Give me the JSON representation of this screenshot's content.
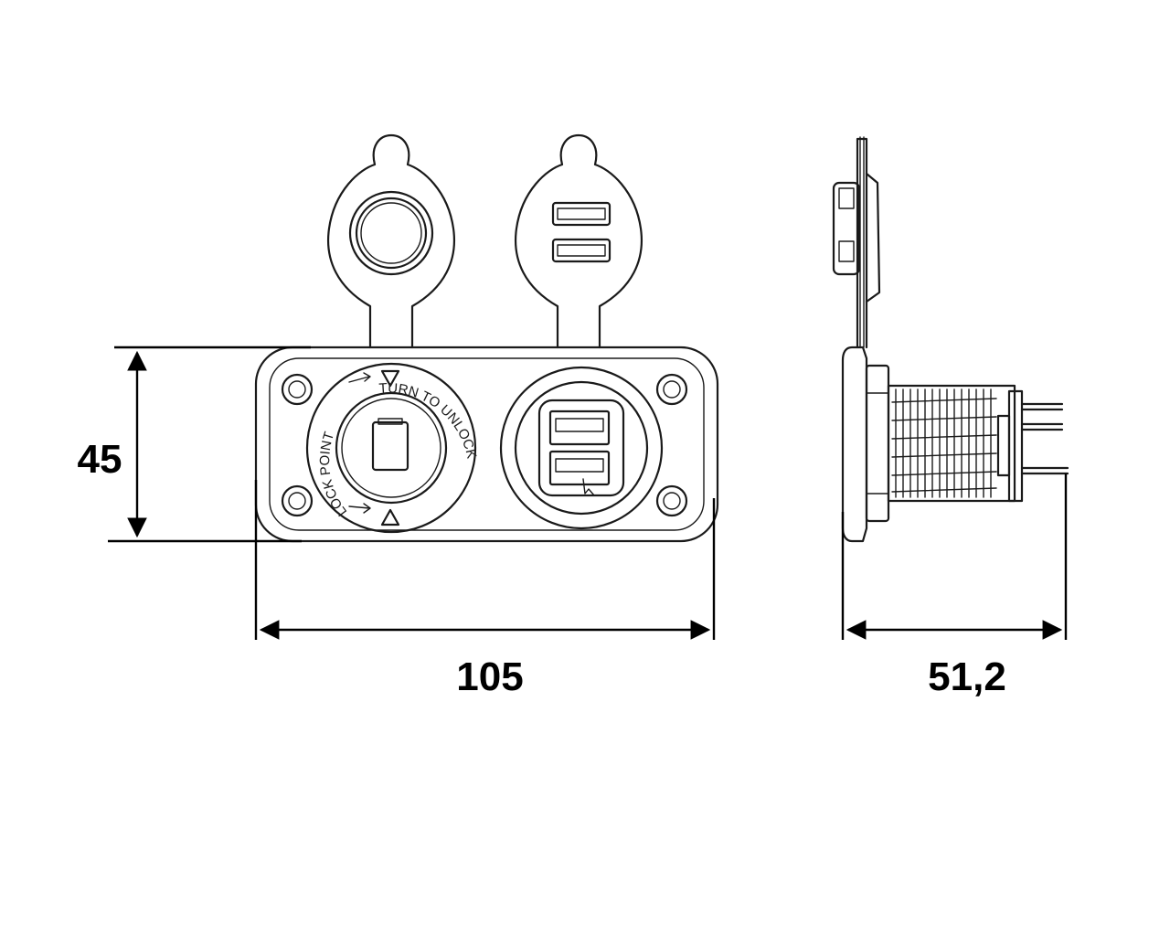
{
  "dimensions": {
    "height": "45",
    "width": "105",
    "depth": "51,2"
  },
  "lock_ring": {
    "arc_top": "TURN TO UNLOCK",
    "arc_left": "LOCK POINT"
  }
}
